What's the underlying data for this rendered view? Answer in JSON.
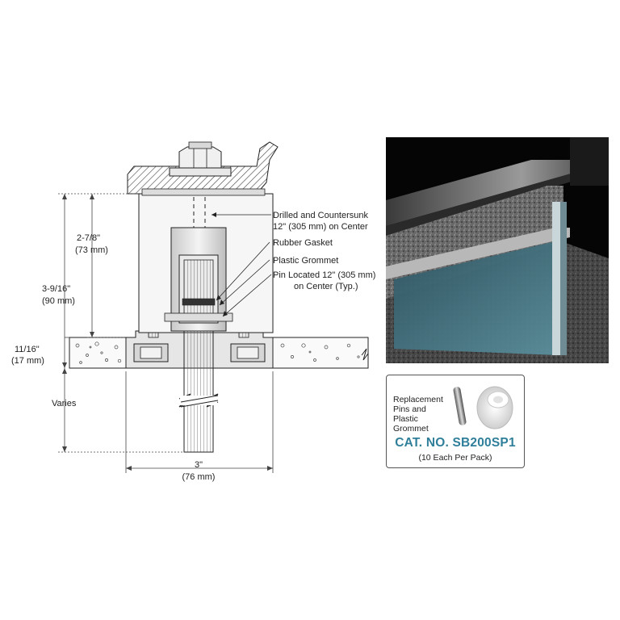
{
  "dimensions": {
    "total_height": {
      "imperial": "3-9/16\"",
      "metric": "(90 mm)"
    },
    "upper_height": {
      "imperial": "2-7/8\"",
      "metric": "(73 mm)"
    },
    "slab_thickness": {
      "imperial": "11/16\"",
      "metric": "(17 mm)"
    },
    "below_slab": "Varies",
    "base_width": {
      "imperial": "3\"",
      "metric": "(76 mm)"
    }
  },
  "callouts": {
    "drilled": {
      "line1": "Drilled and Countersunk",
      "line2": "12\" (305 mm) on Center"
    },
    "rubber_gasket": "Rubber Gasket",
    "plastic_grommet": "Plastic Grommet",
    "pin": {
      "line1": "Pin Located 12\" (305 mm)",
      "line2": "on Center (Typ.)"
    }
  },
  "product": {
    "label_lines": [
      "Replacement",
      "Pins and",
      "Plastic Grommet"
    ],
    "cat_no": "CAT. NO. SB200SP1",
    "pack": "(10 Each Per Pack)"
  },
  "colors": {
    "cat_no": "#2f7f9a",
    "photo_background": "#050505",
    "glass": "#3f6c78"
  }
}
